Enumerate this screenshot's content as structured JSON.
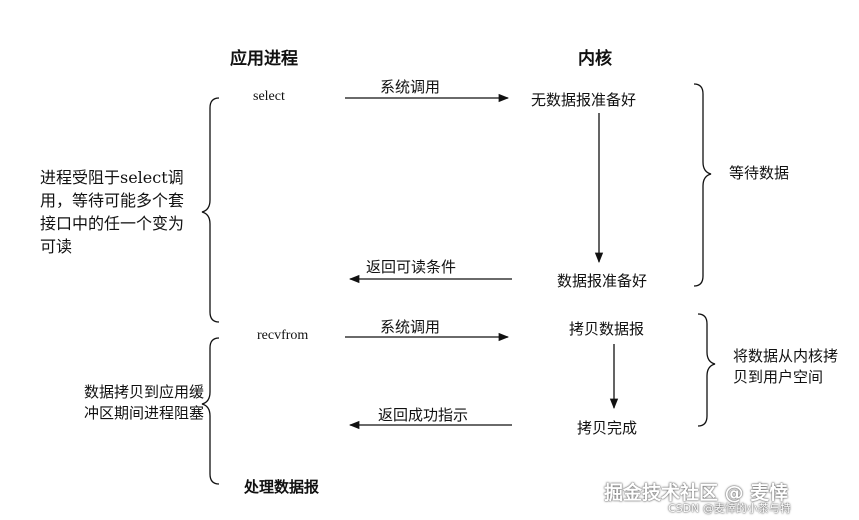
{
  "headers": {
    "app": "应用进程",
    "kernel": "内核"
  },
  "app_side": {
    "select": "select",
    "recvfrom": "recvfrom",
    "process": "处理数据报"
  },
  "kernel_side": {
    "no_data": "无数据报准备好",
    "data_ready": "数据报准备好",
    "copy_data": "拷贝数据报",
    "copy_done": "拷贝完成"
  },
  "arrows": {
    "syscall_1": "系统调用",
    "return_readable": "返回可读条件",
    "syscall_2": "系统调用",
    "return_success": "返回成功指示"
  },
  "notes": {
    "blocked_select": "进程受阻于select调用，等待可能多个套接口中的任一个变为可读",
    "blocked_copy": "数据拷贝到应用缓冲区期间进程阻塞",
    "wait_data": "等待数据",
    "copy_to_user": "将数据从内核拷贝到用户空间"
  },
  "watermark": {
    "main": "掘金技术社区 @ 麦悻",
    "sub": "CSDN @麦悻的小茶与特"
  }
}
